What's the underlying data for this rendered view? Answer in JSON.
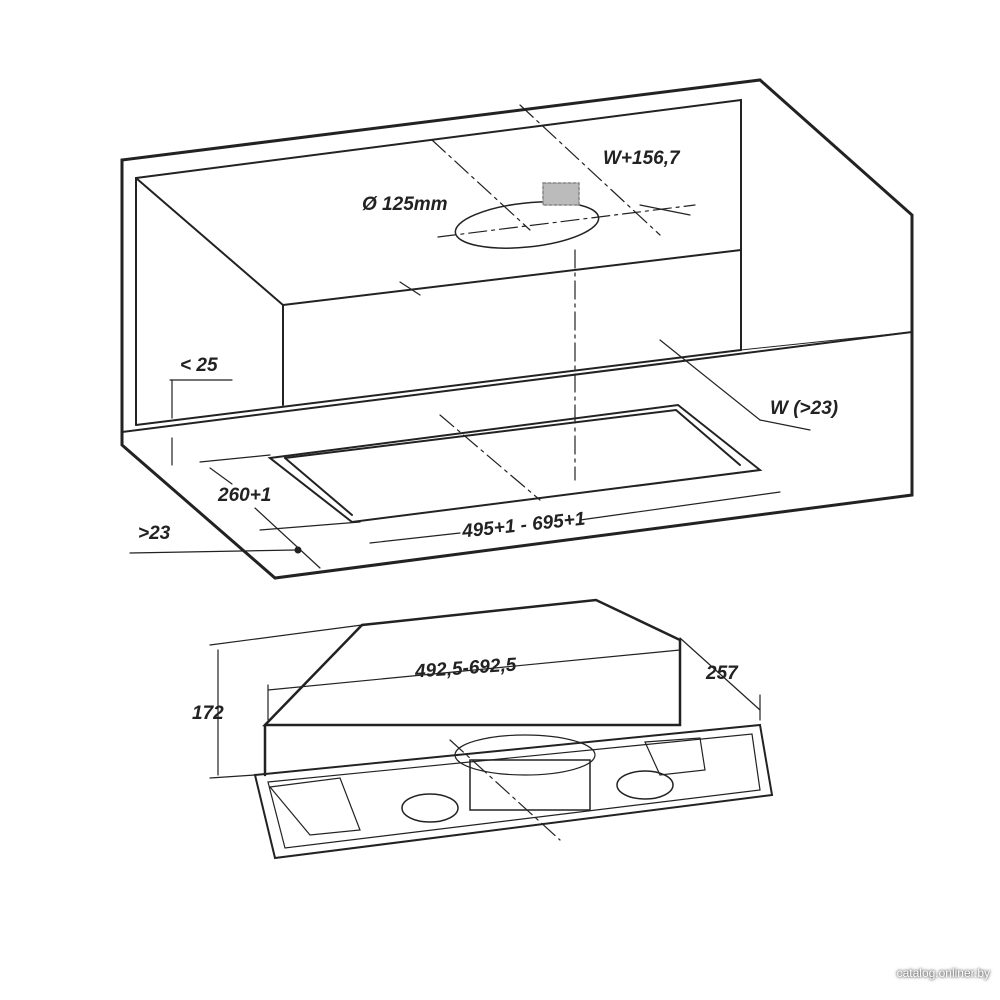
{
  "labels": {
    "duct_offset": "W+156,7",
    "duct_diameter": "Ø 125mm",
    "front_lip": "< 25",
    "wall_gap": "W (>23)",
    "cutout_depth": "260+1",
    "front_gap": ">23",
    "cutout_width": "495+1 - 695+1",
    "unit_width": "492,5-692,5",
    "unit_depth": "257",
    "unit_height": "172"
  },
  "watermark": "catalog.onliner.by"
}
